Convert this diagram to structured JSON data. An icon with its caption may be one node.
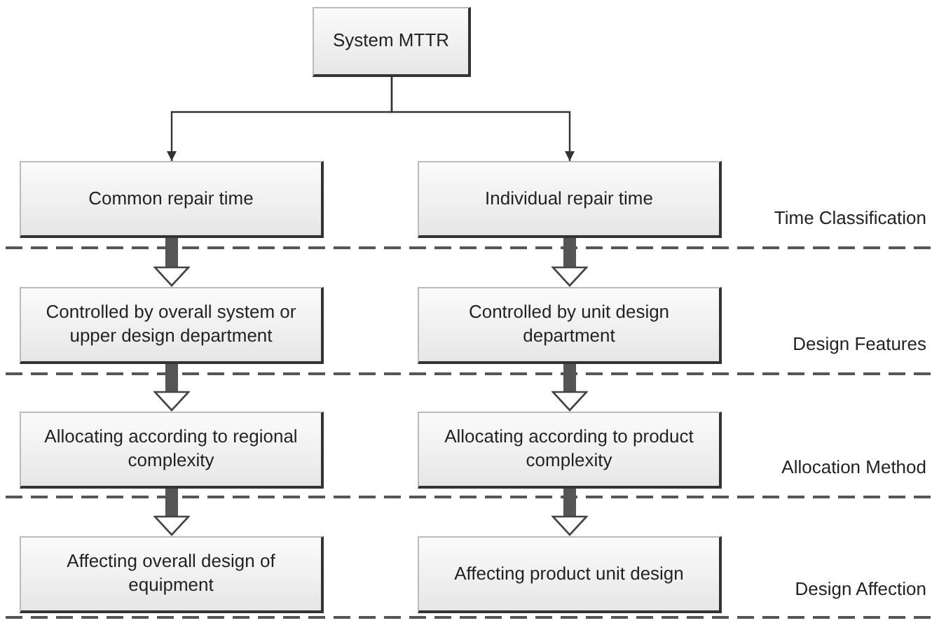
{
  "diagram": {
    "nodes": [
      {
        "text": [
          "System MTTR"
        ]
      },
      {
        "text": [
          "Common repair time"
        ]
      },
      {
        "text": [
          "Individual repair time"
        ]
      },
      {
        "text": [
          "Controlled by overall system or upper design department"
        ]
      },
      {
        "text": [
          "Controlled by unit design department"
        ]
      },
      {
        "text": [
          "Allocating according to regional complexity"
        ]
      },
      {
        "text": [
          "Allocating according to product complexity"
        ]
      },
      {
        "text": [
          "Affecting overall design of equipment"
        ]
      },
      {
        "text": [
          "Affecting product unit design"
        ]
      }
    ],
    "edges": [
      {
        "from": 0,
        "to": 1,
        "arrow": "to"
      },
      {
        "from": 0,
        "to": 2,
        "arrow": "to"
      },
      {
        "from": 1,
        "to": 3,
        "arrow": "to"
      },
      {
        "from": 3,
        "to": 5,
        "arrow": "to"
      },
      {
        "from": 5,
        "to": 7,
        "arrow": "to"
      },
      {
        "from": 2,
        "to": 4,
        "arrow": "to"
      },
      {
        "from": 4,
        "to": 6,
        "arrow": "to"
      },
      {
        "from": 6,
        "to": 8,
        "arrow": "to"
      }
    ],
    "labels": [
      "Time Classification",
      "Design Features",
      "Allocation Method",
      "Design Affection"
    ]
  }
}
